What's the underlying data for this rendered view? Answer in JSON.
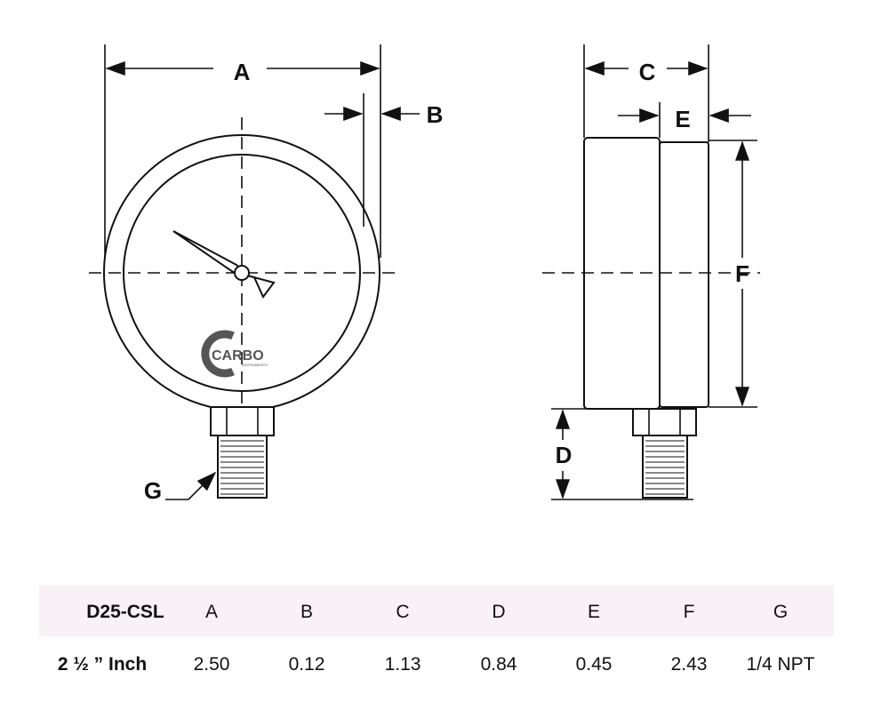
{
  "drawing": {
    "labels": {
      "A": "A",
      "B": "B",
      "C": "C",
      "D": "D",
      "E": "E",
      "F": "F",
      "G": "G"
    },
    "logo": {
      "name": "CARBO",
      "sub": "INSTRUMENTS"
    }
  },
  "table": {
    "headers": [
      "D25-CSL",
      "A",
      "B",
      "C",
      "D",
      "E",
      "F",
      "G"
    ],
    "row": [
      "2 ½ ” Inch",
      "2.50",
      "0.12",
      "1.13",
      "0.84",
      "0.45",
      "2.43",
      "1/4 NPT"
    ]
  }
}
